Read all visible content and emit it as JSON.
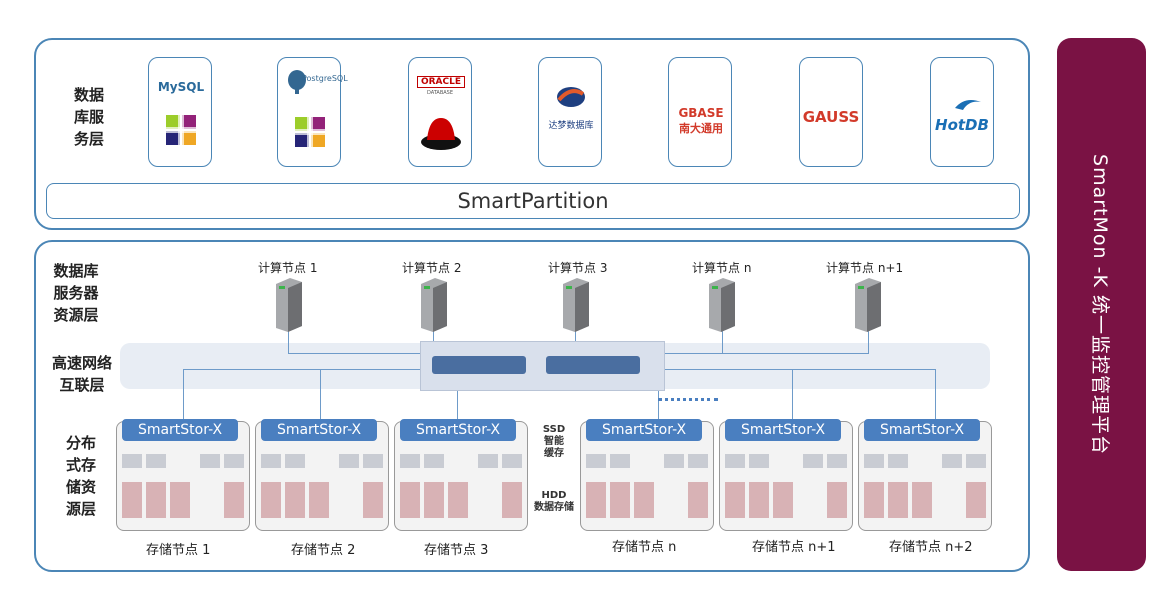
{
  "side_panel": {
    "label": "SmartMon -K 统一监控管理平台"
  },
  "db_layer": {
    "label_lines": [
      "数据",
      "库服",
      "务层"
    ],
    "logos": [
      {
        "name": "mysql-centos",
        "lines": [
          "MySQL"
        ],
        "color": "#2a6a9b"
      },
      {
        "name": "postgresql-centos",
        "lines": [
          "PostgreSQL"
        ],
        "color": "#336791"
      },
      {
        "name": "oracle-redhat",
        "lines": [
          "ORACLE",
          "DATABASE"
        ],
        "color": "#c00000"
      },
      {
        "name": "dameng",
        "lines": [
          "达梦数据库"
        ],
        "color": "#1e3f80"
      },
      {
        "name": "gbase",
        "lines": [
          "GBASE",
          "南大通用"
        ],
        "color": "#d23a2a"
      },
      {
        "name": "gauss",
        "lines": [
          "GAUSS"
        ],
        "color": "#d23a2a"
      },
      {
        "name": "hotdb",
        "lines": [
          "HotDB"
        ],
        "color": "#1a6fb5"
      }
    ],
    "partition_label": "SmartPartition"
  },
  "resource_layer": {
    "label_lines": [
      "数据库",
      "服务器",
      "资源层"
    ],
    "compute_nodes": [
      "计算节点 1",
      "计算节点 2",
      "计算节点 3",
      "计算节点 n",
      "计算节点 n+1"
    ]
  },
  "network_layer": {
    "label_lines": [
      "高速网络",
      "互联层"
    ]
  },
  "storage_layer": {
    "label_lines": [
      "分布",
      "式存",
      "储资",
      "源层"
    ],
    "product": "SmartStor-X",
    "ssd_label_lines": [
      "SSD",
      "智能",
      "缓存"
    ],
    "hdd_label_lines": [
      "HDD",
      "数据存储"
    ],
    "nodes": [
      "存储节点 1",
      "存储节点 2",
      "存储节点 3",
      "存储节点 n",
      "存储节点 n+1",
      "存储节点 n+2"
    ]
  },
  "colors": {
    "border": "#4b86b6",
    "side": "#7a1244",
    "storage_header": "#4a7fc0",
    "switch": "#4a6ea0"
  }
}
